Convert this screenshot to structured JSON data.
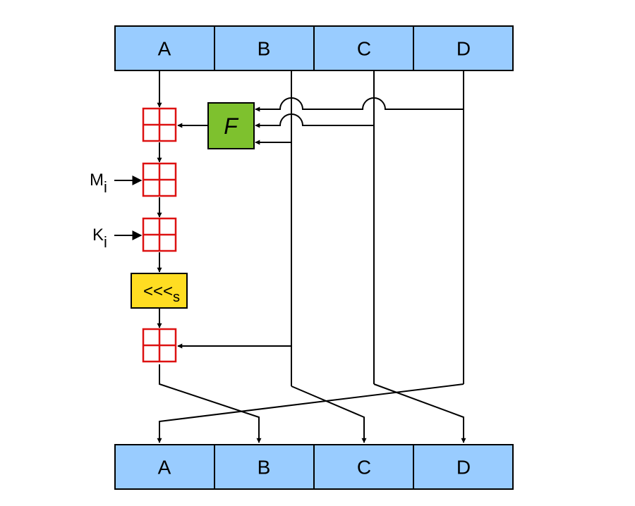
{
  "top_register": [
    "A",
    "B",
    "C",
    "D"
  ],
  "bottom_register": [
    "A",
    "B",
    "C",
    "D"
  ],
  "function_label": "F",
  "message_label": {
    "main": "M",
    "sub": "i"
  },
  "constant_label": {
    "main": "K",
    "sub": "i"
  },
  "rotate_label": {
    "main": "<<<",
    "sub": "s"
  },
  "colors": {
    "register_fill": "#99ccff",
    "adder_stroke": "#dd1111",
    "function_fill": "#7ec12e",
    "rotate_fill": "#ffdd22"
  }
}
